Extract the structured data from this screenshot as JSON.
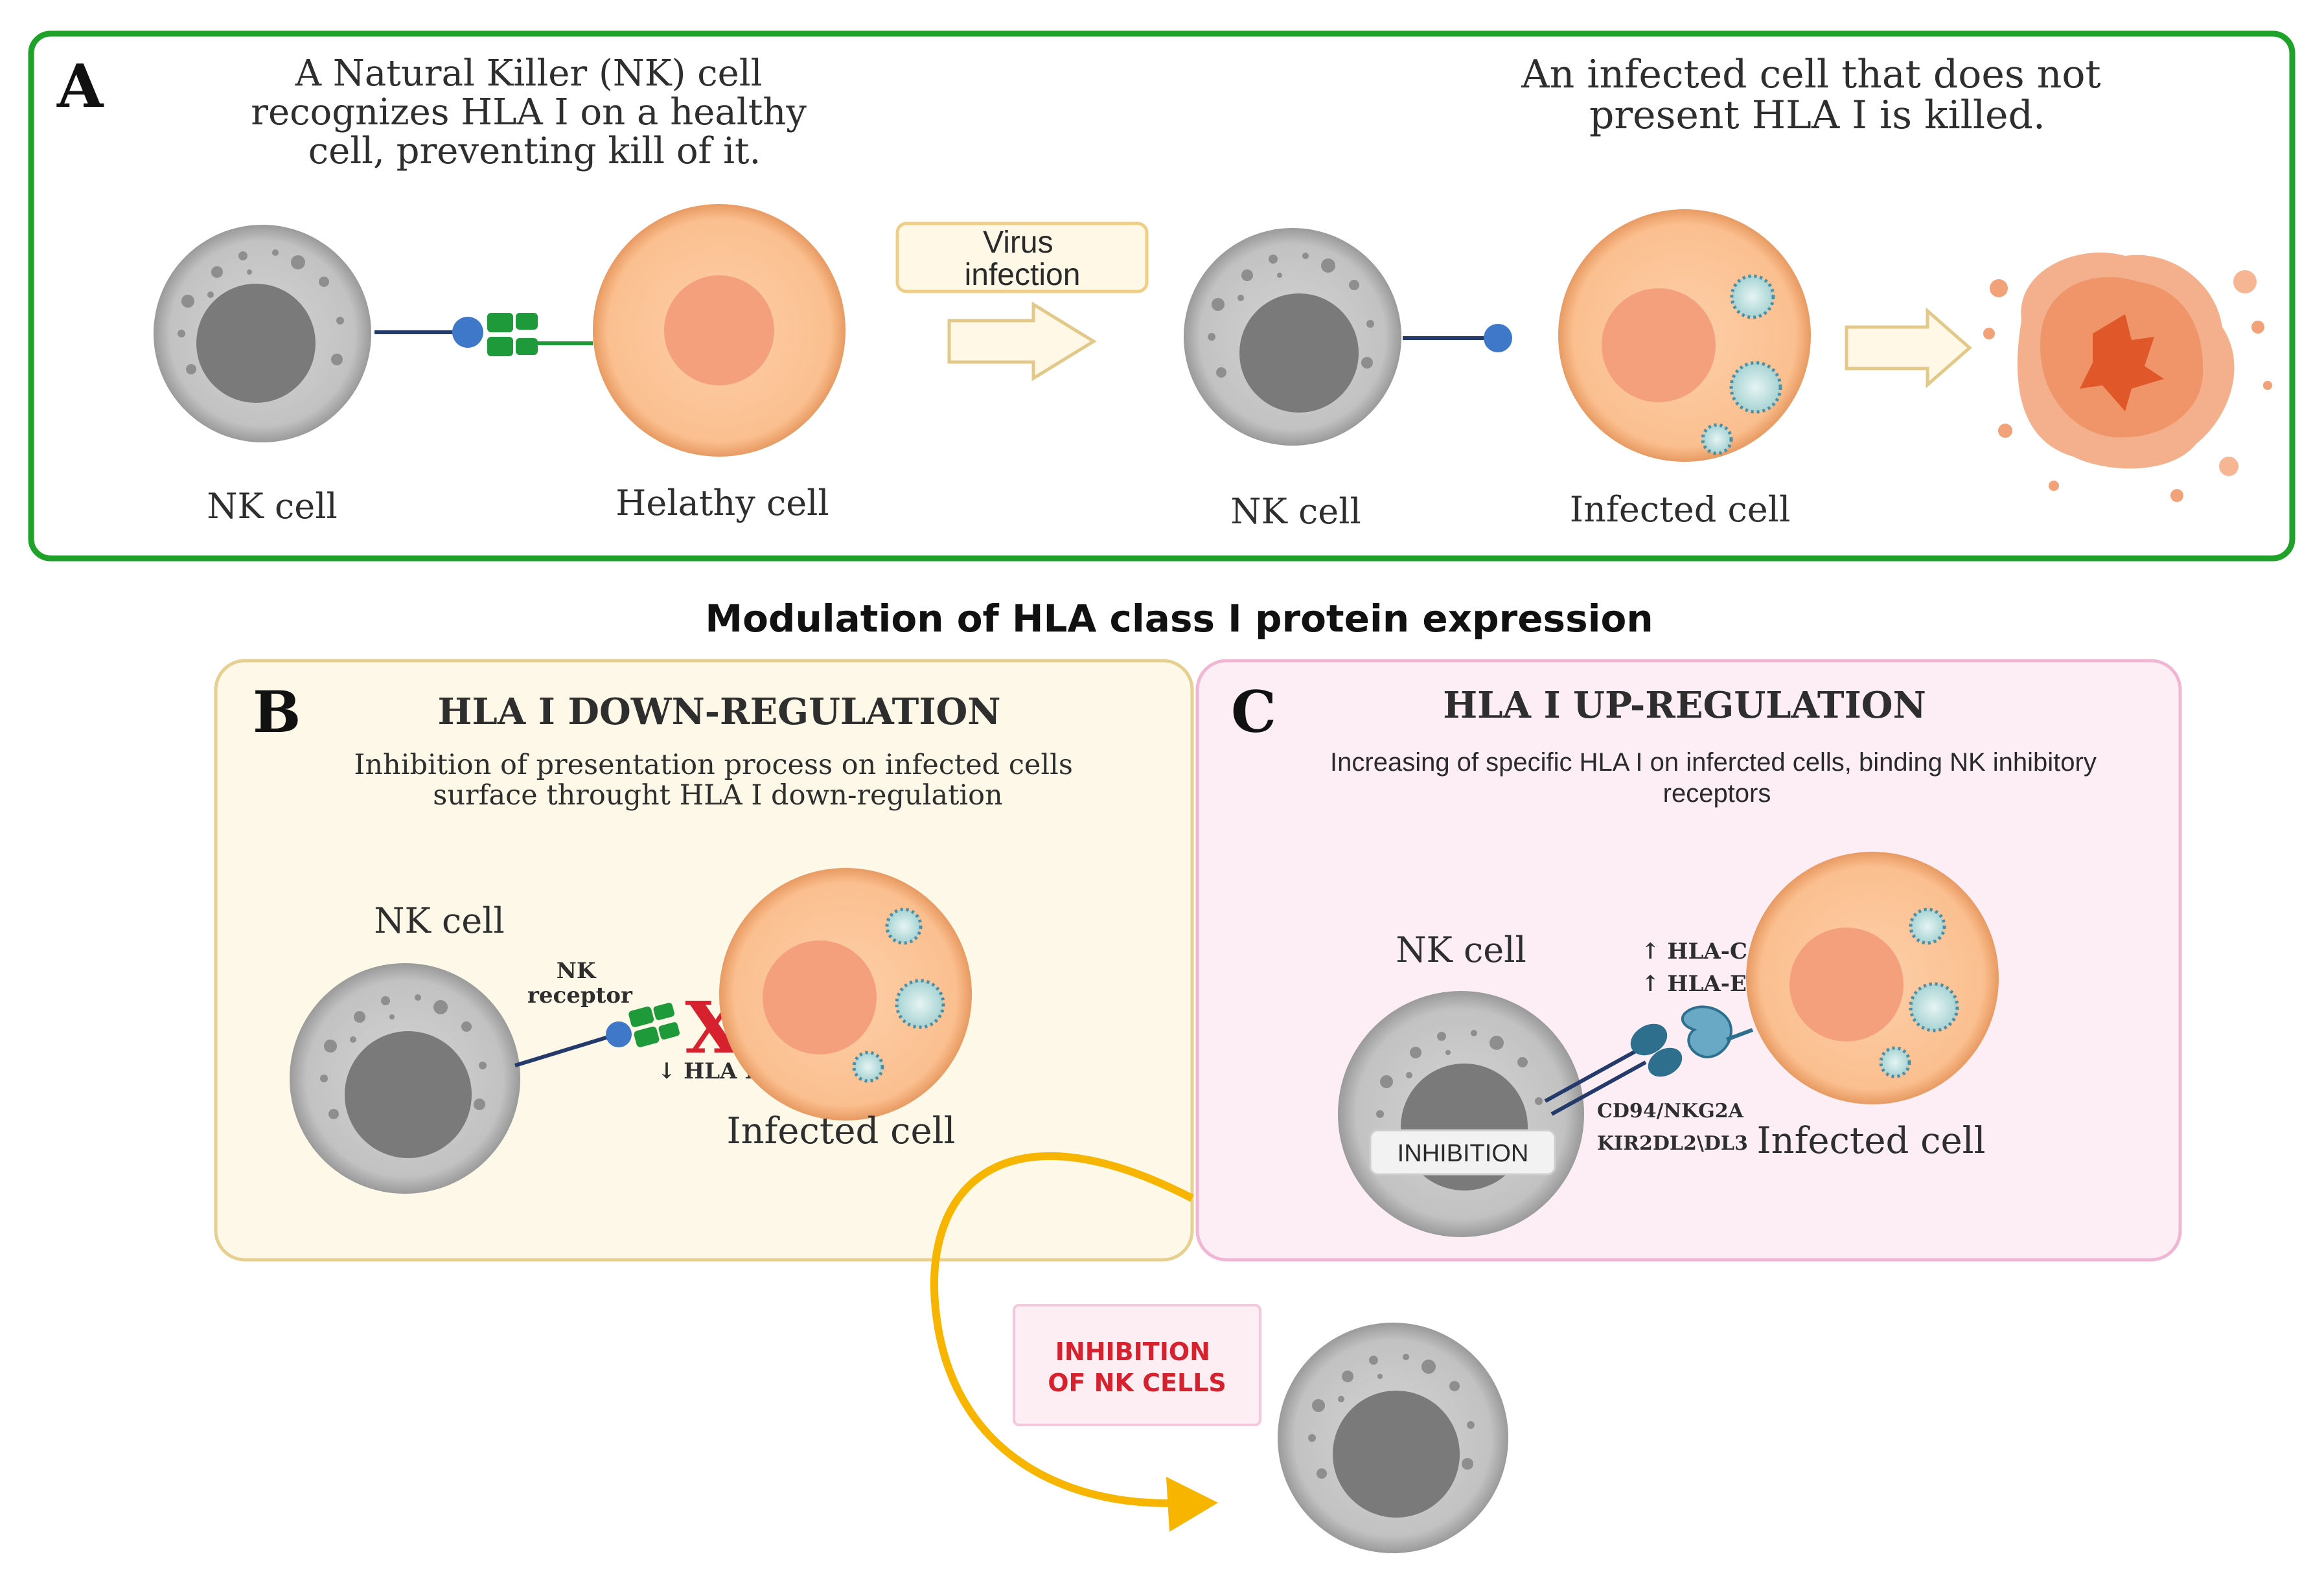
{
  "panel_a": {
    "letter": "A",
    "caption_left": [
      "A Natural Killer (NK) cell",
      "recognizes HLA I on a healthy",
      "cell, preventing kill of it."
    ],
    "caption_right": [
      "An infected cell that does not",
      "present HLA I is killed."
    ],
    "arrow_label": [
      "Virus",
      "infection"
    ],
    "labels": {
      "nk_cell_1": "NK cell",
      "healthy_cell": "Helathy cell",
      "nk_cell_2": "NK cell",
      "infected_cell": "Infected cell"
    }
  },
  "main_title": "Modulation of HLA class I protein expression",
  "panel_b": {
    "letter": "B",
    "title": "HLA I DOWN-REGULATION",
    "subtitle": [
      "Inhibition of presentation process on infected cells",
      "surface throught HLA I down-regulation"
    ],
    "nk_label": "NK cell",
    "receptor_label": [
      "NK",
      "receptor"
    ],
    "cross_mark": "X",
    "hla_label": "↓ HLA I",
    "infected_label": "Infected cell"
  },
  "panel_c": {
    "letter": "C",
    "title": "HLA I UP-REGULATION",
    "subtitle": [
      "Increasing of specific HLA I on infercted cells, binding NK inhibitory",
      "receptors"
    ],
    "nk_label": "NK cell",
    "hla_c": "↑ HLA-C",
    "hla_e": "↑ HLA-E",
    "receptors": [
      "CD94/NKG2A",
      "KIR2DL2\\DL3"
    ],
    "inhibition_badge": "INHIBITION",
    "infected_label": "Infected cell"
  },
  "bottom": {
    "inhibition_label": [
      "INHIBITION",
      "OF NK CELLS"
    ]
  },
  "colors": {
    "panel_a_border": "#1fa22a",
    "panel_b_fill": "#fdf8e8",
    "panel_b_border": "#e6cf8f",
    "panel_c_fill": "#fdeef6",
    "panel_c_border": "#f0b6d3",
    "nk_cell": "#c8c8c8",
    "nk_nucleus": "#7a7a7a",
    "target_cell": "#fbc59a",
    "target_nucleus": "#f5a07c",
    "receptor_green": "#1e9a3a",
    "cross_red": "#d8212e",
    "curved_arrow": "#f7b500",
    "hla_teal": "#2e6f8e"
  }
}
